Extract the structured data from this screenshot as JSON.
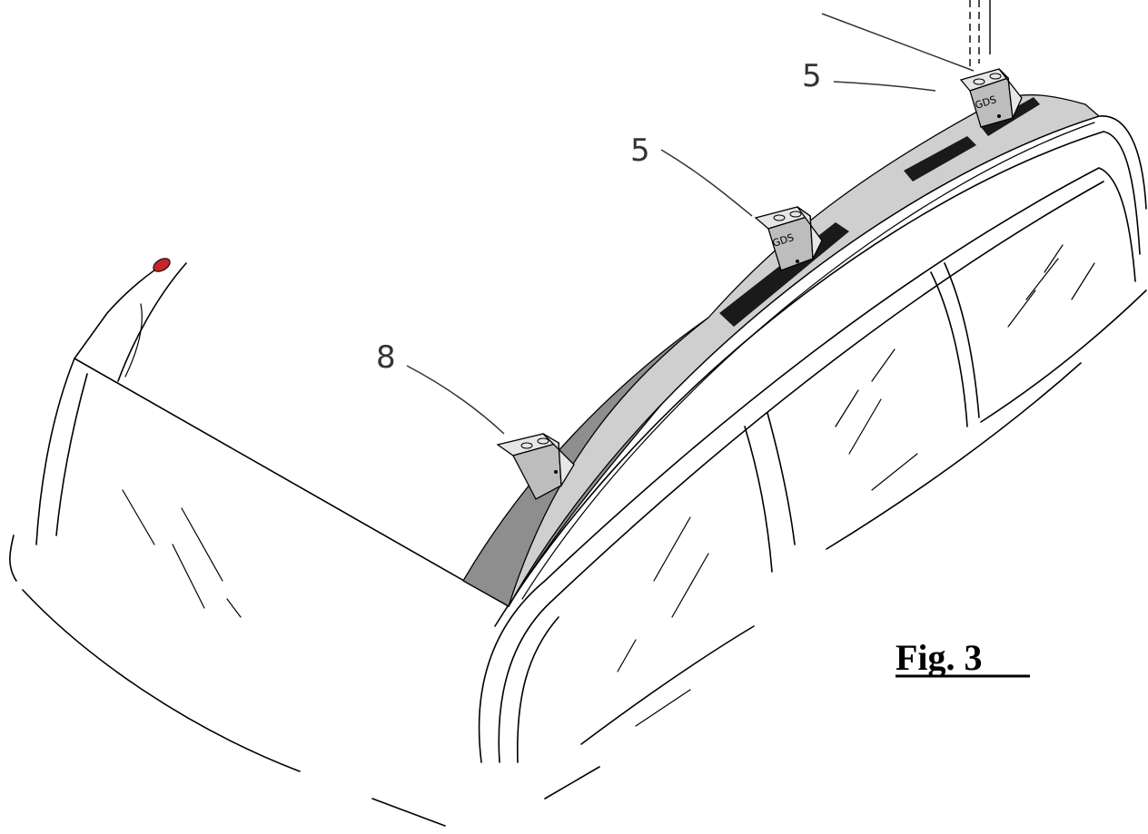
{
  "figure": {
    "caption": "Fig. 3",
    "reference_numerals": [
      "5",
      "5",
      "8"
    ],
    "bracket_stamps": [
      "GDS",
      "GDS"
    ],
    "colors": {
      "line": "#000000",
      "rail_light": "#cfcfcf",
      "rail_dark": "#8e8e8e",
      "slot": "#1a1a1a",
      "lamp": "#c0262c",
      "label": "#333333"
    }
  }
}
